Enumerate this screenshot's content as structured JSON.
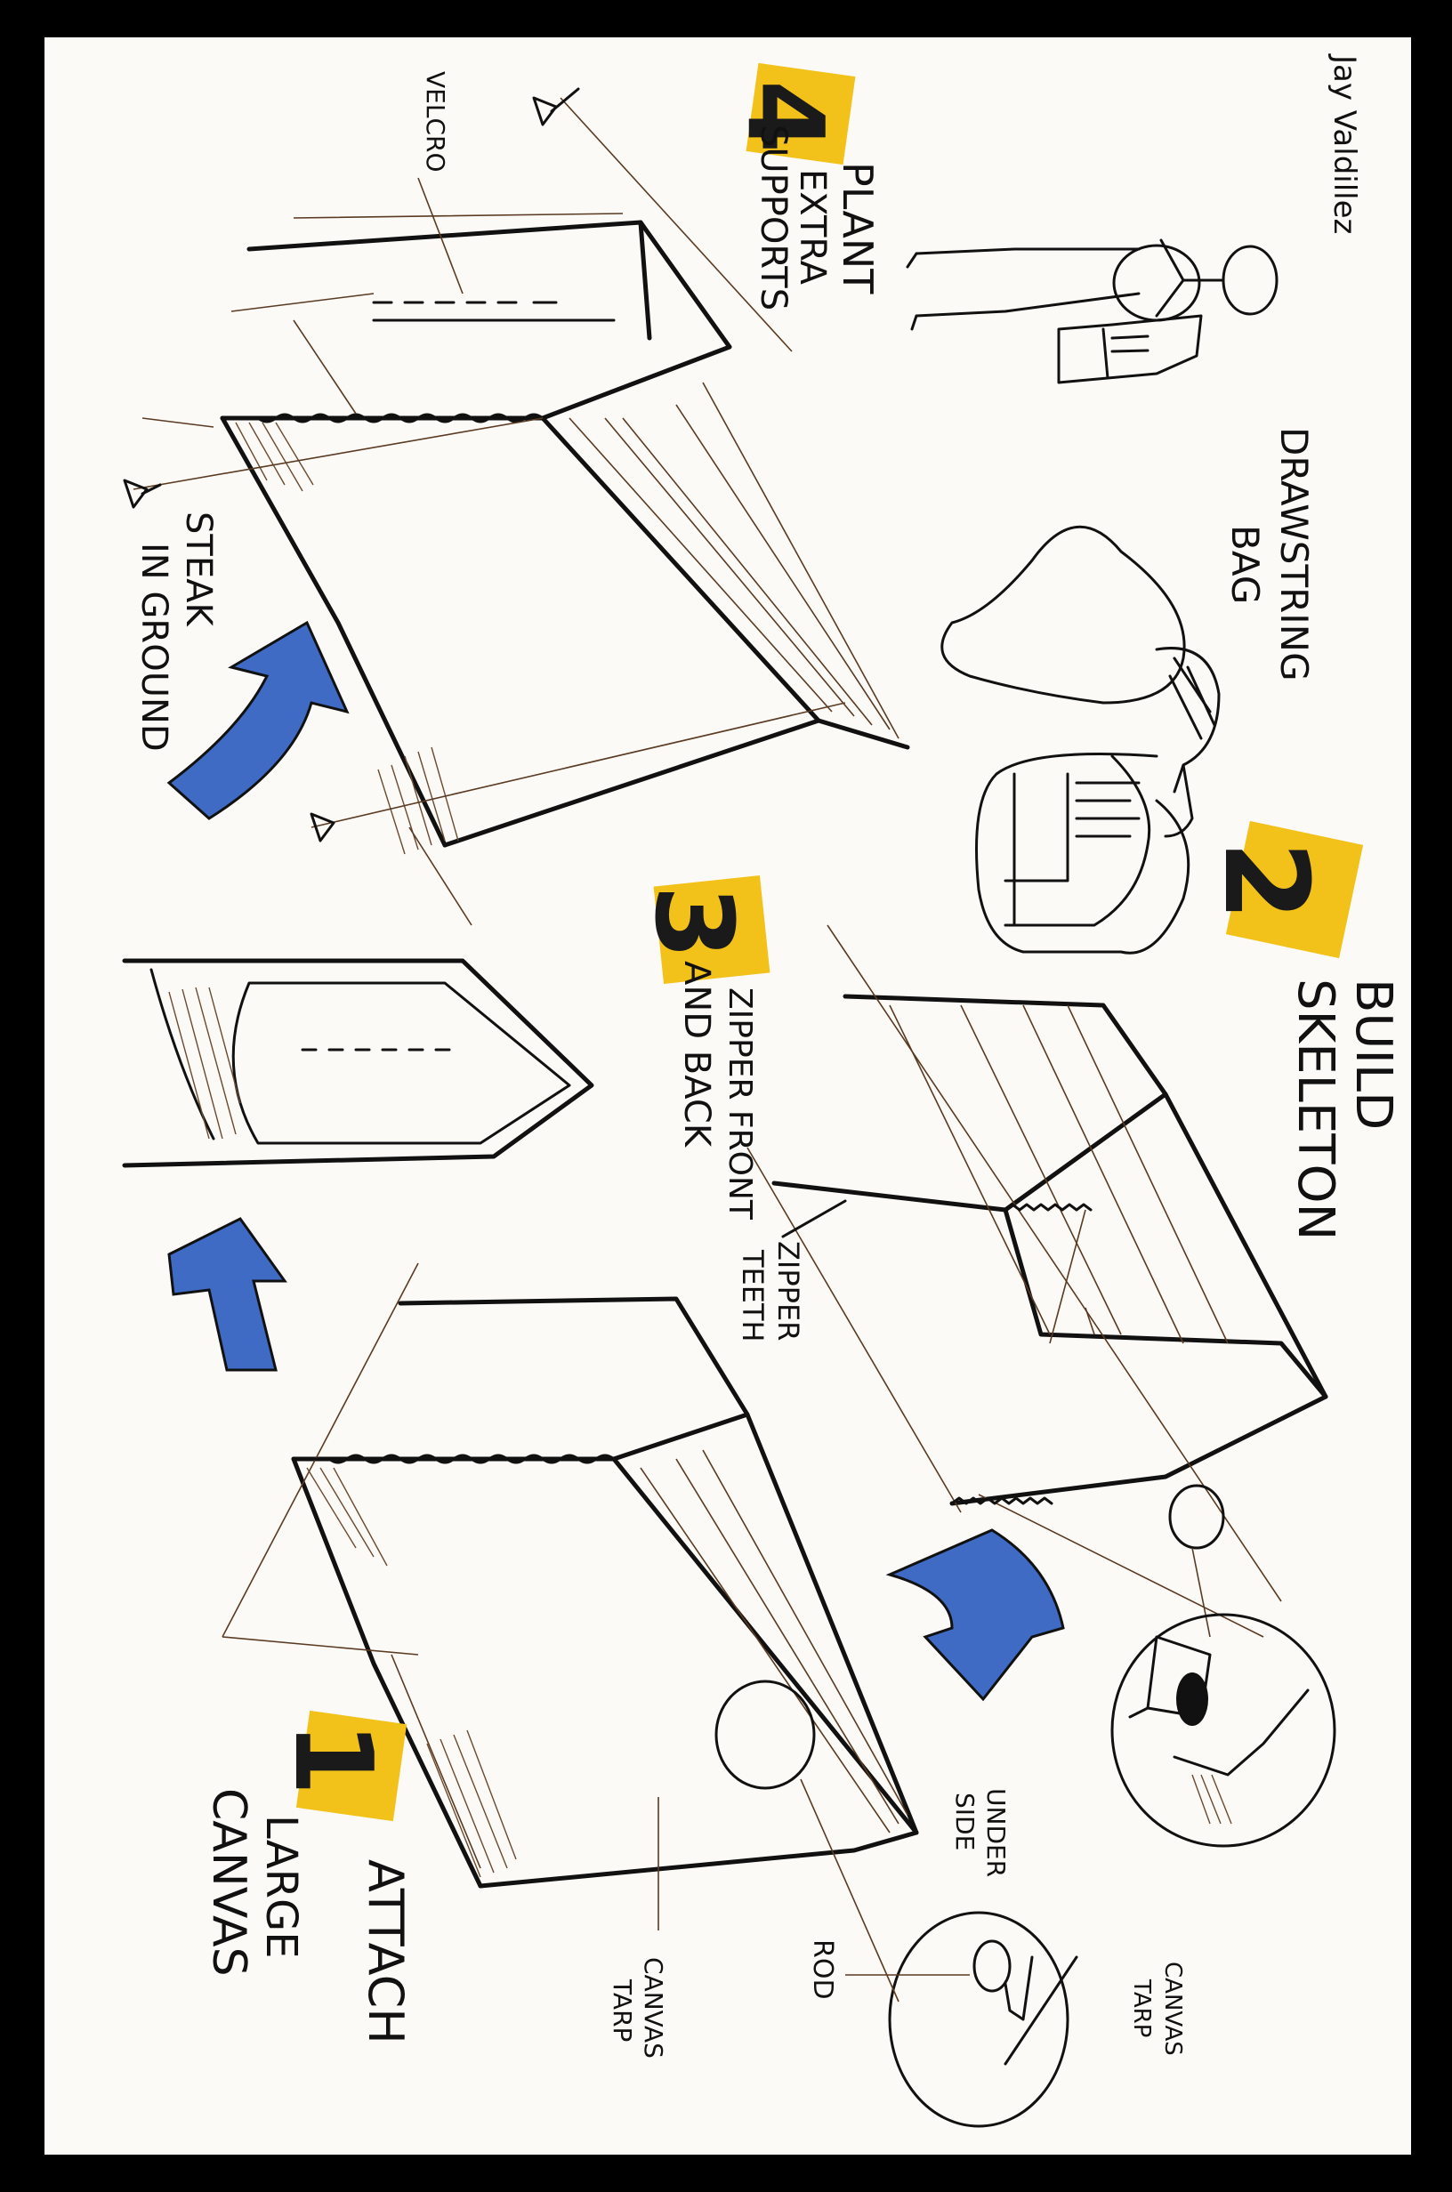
{
  "author": "Jay Valdillez",
  "step1": {
    "number": "1",
    "title": "ATTACH",
    "subtitle": "LARGE",
    "subtitle2": "CANVAS"
  },
  "step2": {
    "number": "2",
    "title": "BUILD",
    "subtitle": "SKELETON"
  },
  "step3": {
    "number": "3",
    "title": "ZIPPER FRONT",
    "subtitle": "AND BACK"
  },
  "step4": {
    "number": "4",
    "title": "PLANT",
    "subtitle": "EXTRA",
    "subtitle2": "SUPPORTS"
  },
  "labels": {
    "velcro": "VELCRO",
    "steak_line1": "STEAK",
    "steak_line2": "IN GROUND",
    "drawstring_line1": "DRAWSTRING",
    "drawstring_line2": "BAG",
    "zipper_line1": "ZIPPER",
    "zipper_line2": "TEETH",
    "underside_line1": "UNDER",
    "underside_line2": "SIDE",
    "rod": "ROD",
    "canvas_tarp_line1": "CANVAS",
    "canvas_tarp_line2": "TARP",
    "canvas_tarp2_line1": "CANVAS",
    "canvas_tarp2_line2": "TARP"
  },
  "colors": {
    "paper": "#fbfaf6",
    "highlight": "#f2c21a",
    "arrow_blue": "#3f6bc4",
    "ink": "#111111",
    "pencil": "#5a3a22"
  }
}
